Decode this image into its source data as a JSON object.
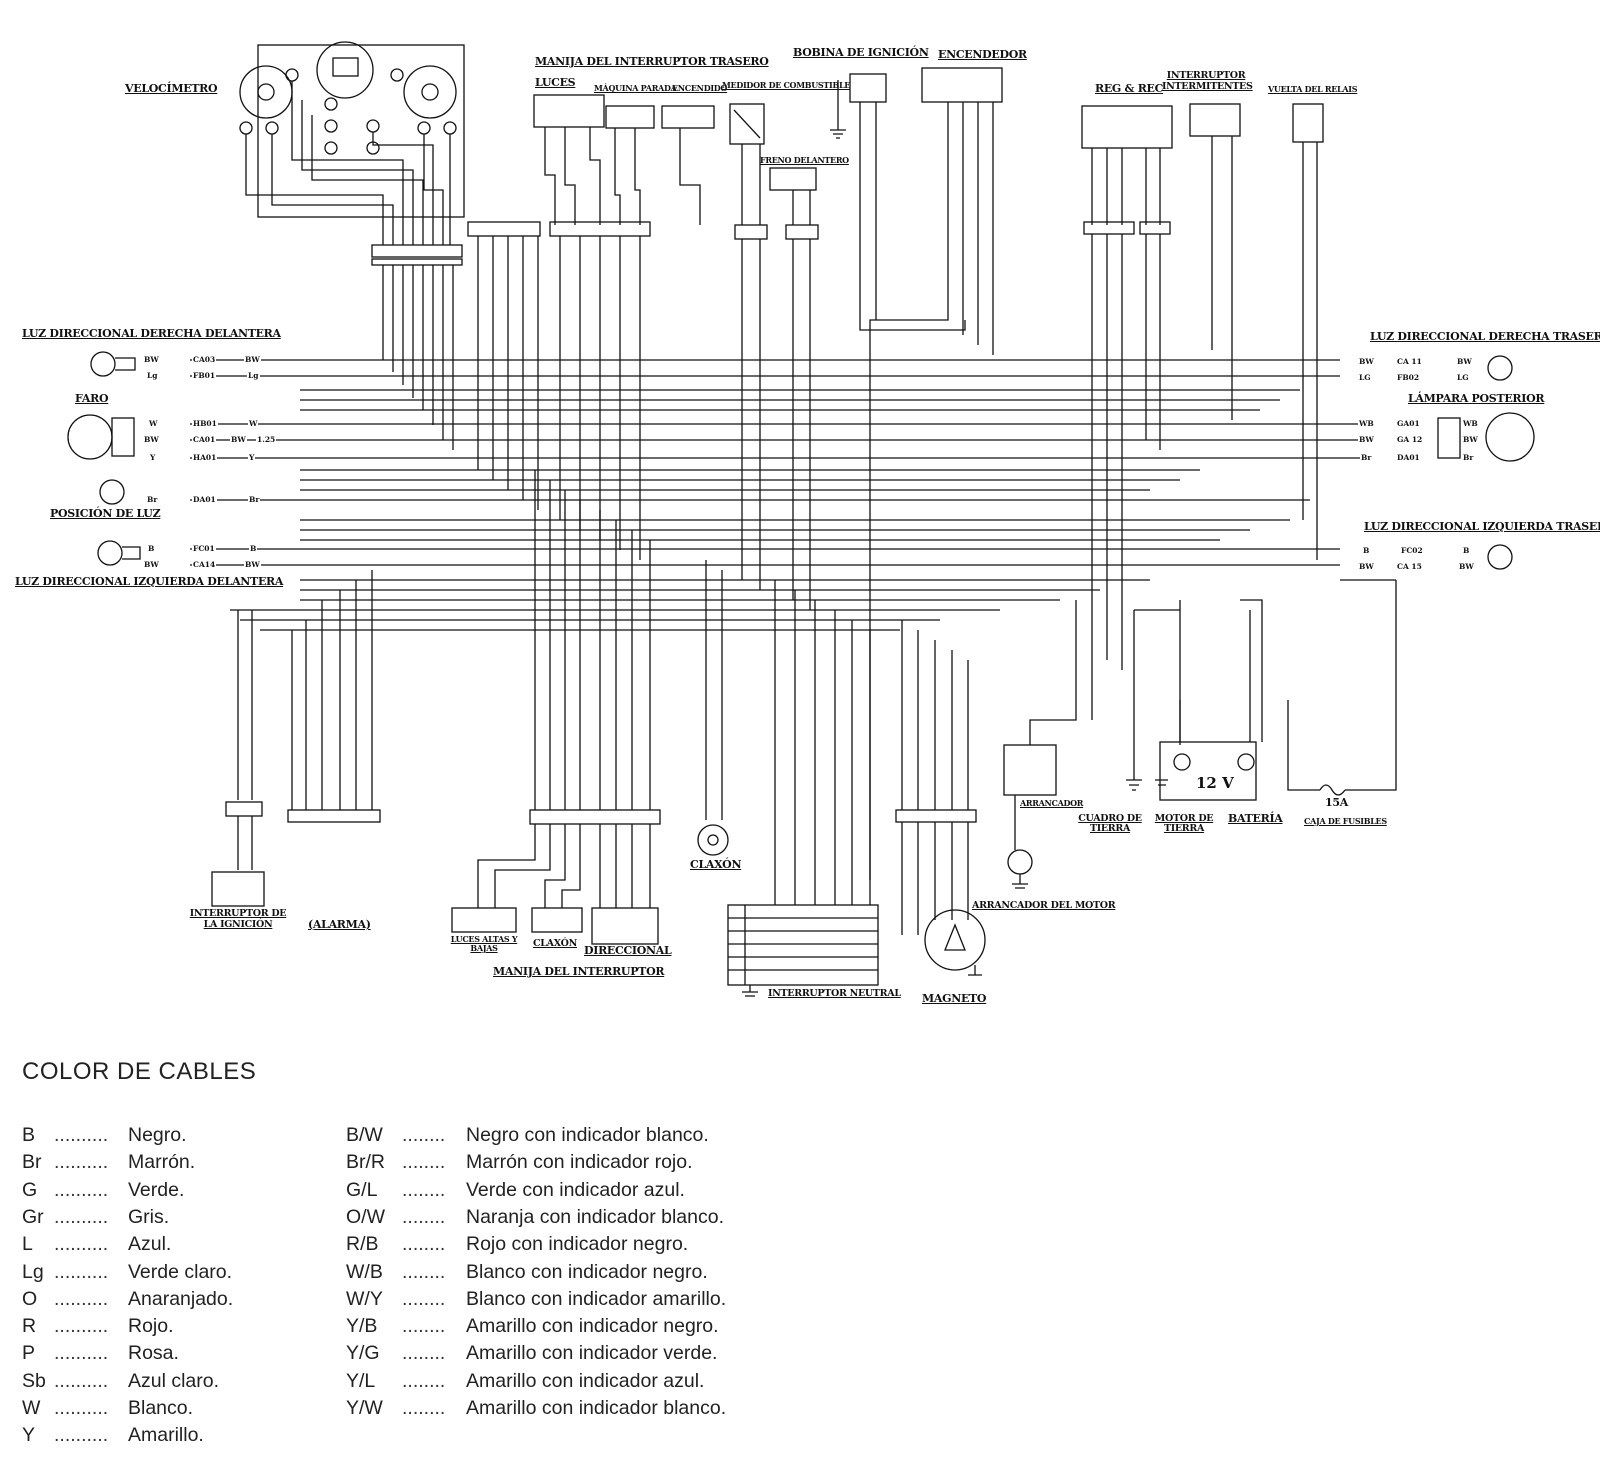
{
  "diagram": {
    "labels": {
      "speedometer": "VELOCÍMETRO",
      "rear_switch_handle": "MANIJA DEL INTERRUPTOR TRASERO",
      "lights": "LUCES",
      "engine_stop": "MÁQUINA PARADA",
      "start": "ENCENDIDO",
      "fuel_gauge": "MEDIDOR DE COMBUSTIBLE",
      "front_brake": "FRENO DELANTERO",
      "ignition_coil": "BOBINA DE IGNICIÓN",
      "igniter": "ENCENDEDOR",
      "reg_rec": "REG & REC",
      "blinker_switch": "INTERRUPTOR INTERMITENTES",
      "relay": "VUELTA DEL RELAIS",
      "front_right_turn": "LUZ DIRECCIONAL DERECHA DELANTERA",
      "headlight": "FARO",
      "position_light": "POSICIÓN DE LUZ",
      "front_left_turn": "LUZ DIRECCIONAL IZQUIERDA DELANTERA",
      "rear_right_turn": "LUZ DIRECCIONAL DERECHA TRASERA",
      "tail_lamp": "LÁMPARA POSTERIOR",
      "rear_left_turn": "LUZ DIRECCIONAL IZQUIERDA TRASERA",
      "ignition_switch": "INTERRUPTOR DE LA IGNICIÓN",
      "alarm": "(ALARMA)",
      "high_low": "LUCES ALTAS Y BAJAS",
      "horn_switch": "CLAXÓN",
      "turn_switch": "DIRECCIONAL",
      "switch_handle": "MANIJA DEL INTERRUPTOR",
      "horn": "CLAXÓN",
      "neutral_switch": "INTERRUPTOR NEUTRAL",
      "magneto": "MAGNETO",
      "starter_motor": "ARRANCADOR DEL MOTOR",
      "starter_relay": "ARRANCADOR",
      "frame_ground": "CUADRO DE TIERRA",
      "motor_ground": "MOTOR DE TIERRA",
      "battery": "BATERÍA",
      "battery_voltage": "12 V",
      "fuse_box": "CAJA DE FUSIBLES",
      "fuse_rating": "15A"
    },
    "wire_tags": {
      "fr_bw": "BW",
      "fr_lg": "Lg",
      "fr_ca03": "CA03",
      "fr_fb01": "FB01",
      "hl_w": "W",
      "hl_bw": "BW",
      "hl_y": "Y",
      "hl_hb01": "HB01",
      "hl_ca01": "CA01",
      "hl_ha01": "HA01",
      "hl_125": "1.25",
      "pos_br": "Br",
      "pos_da01": "DA01",
      "fl_b": "B",
      "fl_bw": "BW",
      "fl_fc01": "FC01",
      "fl_ca14": "CA14",
      "rr_bw": "BW",
      "rr_lg": "LG",
      "rr_ca11": "CA 11",
      "rr_fb02": "FB02",
      "tl_wb": "WB",
      "tl_bw": "BW",
      "tl_br": "Br",
      "tl_ga01": "GA01",
      "tl_ga12": "GA 12",
      "tl_da01": "DA01",
      "rl_b": "B",
      "rl_bw": "BW",
      "rl_fc02": "FC02",
      "rl_ca15": "CA 15"
    }
  },
  "legend": {
    "title": "COLOR DE CABLES",
    "left": [
      {
        "code": "B",
        "name": "Negro."
      },
      {
        "code": "Br",
        "name": "Marrón."
      },
      {
        "code": "G",
        "name": "Verde."
      },
      {
        "code": "Gr",
        "name": "Gris."
      },
      {
        "code": "L",
        "name": "Azul."
      },
      {
        "code": "Lg",
        "name": "Verde claro."
      },
      {
        "code": "O",
        "name": "Anaranjado."
      },
      {
        "code": "R",
        "name": "Rojo."
      },
      {
        "code": "P",
        "name": "Rosa."
      },
      {
        "code": "Sb",
        "name": "Azul claro."
      },
      {
        "code": "W",
        "name": "Blanco."
      },
      {
        "code": "Y",
        "name": "Amarillo."
      }
    ],
    "right": [
      {
        "code": "B/W",
        "name": "Negro con indicador blanco."
      },
      {
        "code": "Br/R",
        "name": "Marrón con indicador rojo."
      },
      {
        "code": "G/L",
        "name": "Verde con indicador azul."
      },
      {
        "code": "O/W",
        "name": "Naranja con indicador blanco."
      },
      {
        "code": "R/B",
        "name": "Rojo con indicador negro."
      },
      {
        "code": "W/B",
        "name": "Blanco con indicador negro."
      },
      {
        "code": "W/Y",
        "name": "Blanco con indicador amarillo."
      },
      {
        "code": "Y/B",
        "name": "Amarillo con indicador negro."
      },
      {
        "code": "Y/G",
        "name": "Amarillo con indicador verde."
      },
      {
        "code": "Y/L",
        "name": "Amarillo con indicador azul."
      },
      {
        "code": "Y/W",
        "name": "Amarillo con indicador blanco."
      }
    ]
  }
}
